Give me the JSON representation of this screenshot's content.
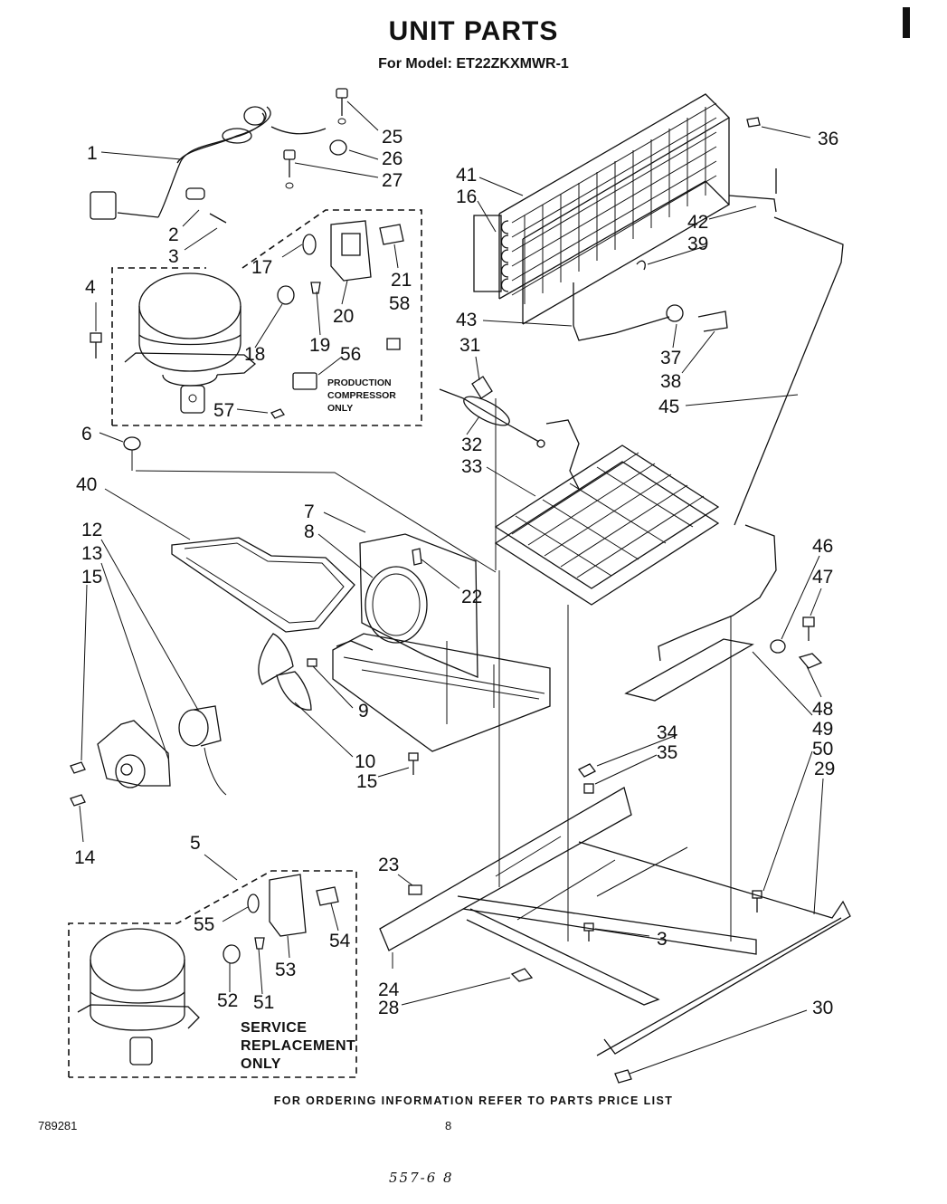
{
  "header": {
    "title": "UNIT PARTS",
    "subtitle": "For Model: ET22ZKXMWR-1"
  },
  "notes": {
    "production_line1": "PRODUCTION",
    "production_line2": "COMPRESSOR",
    "production_line3": "ONLY",
    "service_line1": "SERVICE",
    "service_line2": "REPLACEMENT",
    "service_line3": "ONLY"
  },
  "callouts": [
    "1",
    "2",
    "3",
    "4",
    "5",
    "6",
    "7",
    "8",
    "9",
    "10",
    "12",
    "13",
    "14",
    "15",
    "15",
    "16",
    "17",
    "18",
    "19",
    "20",
    "21",
    "22",
    "23",
    "24",
    "25",
    "26",
    "27",
    "28",
    "29",
    "30",
    "31",
    "32",
    "33",
    "34",
    "35",
    "36",
    "37",
    "38",
    "39",
    "40",
    "41",
    "42",
    "43",
    "45",
    "46",
    "47",
    "48",
    "49",
    "50",
    "51",
    "52",
    "53",
    "54",
    "55",
    "56",
    "57",
    "58",
    "3"
  ],
  "footer": {
    "ordering": "FOR ORDERING INFORMATION REFER TO PARTS PRICE LIST",
    "doc_number": "789281",
    "page_number": "8",
    "handwritten": "557-6 8"
  }
}
